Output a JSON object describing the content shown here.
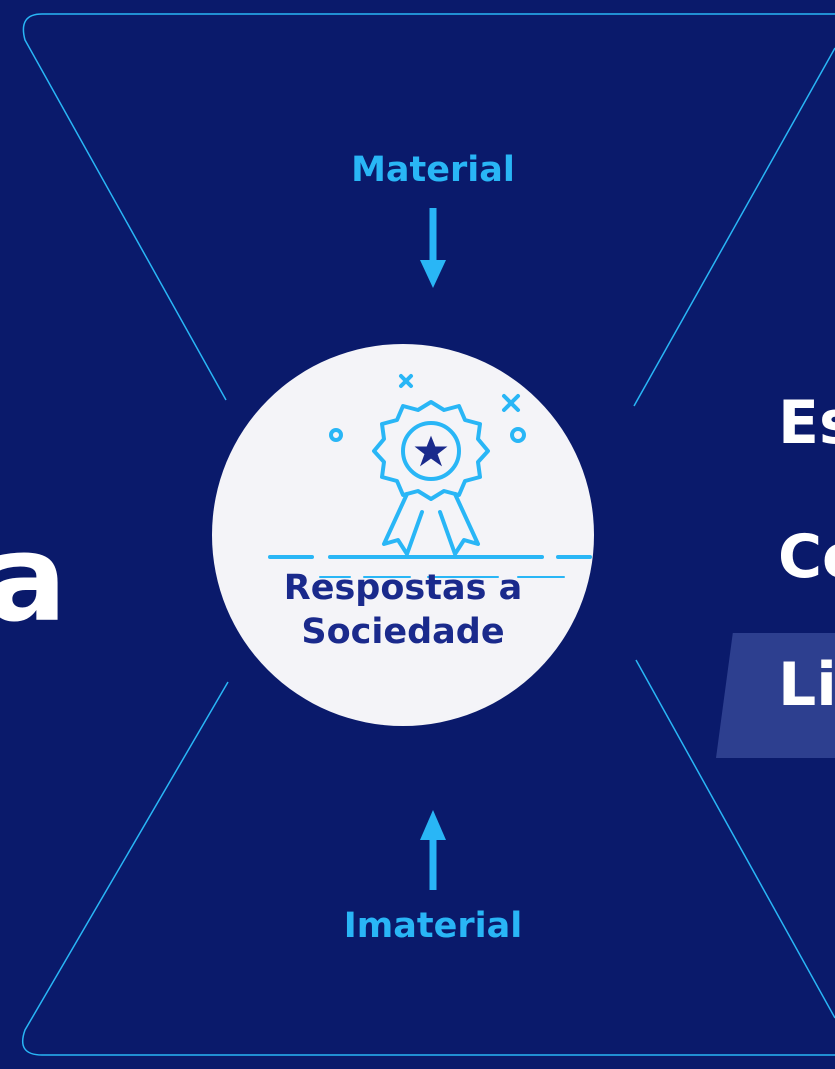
{
  "diagram": {
    "top_label": "Material",
    "bottom_label": "Imaterial",
    "center_text_line1": "Respostas a",
    "center_text_line2": "Sociedade",
    "left_partial_text": "a",
    "right_partial_text_1": "Es",
    "right_partial_text_2": "Co",
    "right_partial_text_3": "Li"
  },
  "colors": {
    "background": "#0a1a6b",
    "accent": "#29b6f6",
    "circle_fill": "#f4f4f8",
    "circle_text": "#1a2a8c",
    "white_text": "#ffffff",
    "highlight_band": "#2d3f8f"
  },
  "icons": [
    "award-ribbon-icon",
    "star-icon",
    "arrow-down-icon",
    "arrow-up-icon"
  ]
}
